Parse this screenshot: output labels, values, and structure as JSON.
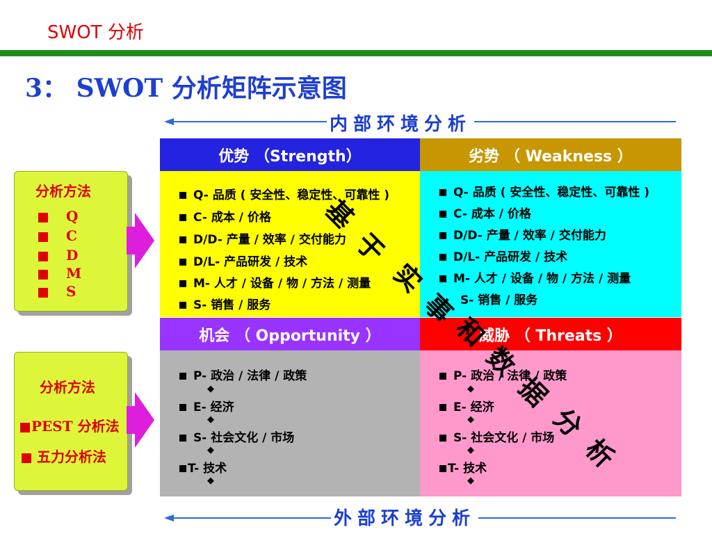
{
  "header": {
    "title": "SWOT  分析"
  },
  "page_title": "3： SWOT 分析矩阵示意图",
  "axes": {
    "internal": "内部环境分析",
    "external": "外部环境分析"
  },
  "quadrants": {
    "strength": {
      "header": "优势 （Strength）",
      "items": [
        "Q- 品质 ( 安全性、稳定性、可靠性 )",
        "C- 成本 / 价格",
        "D/D- 产量 / 效率 / 交付能力",
        "D/L- 产品研发 / 技术",
        "M- 人才 / 设备 / 物 / 方法 / 测量",
        "S- 销售 / 服务"
      ]
    },
    "weakness": {
      "header": "劣势 （ Weakness ）",
      "items": [
        "Q- 品质 ( 安全性、稳定性、可靠性 )",
        "C- 成本 / 价格",
        "D/D- 产量 / 效率 / 交付能力",
        "D/L- 产品研发 / 技术",
        "M- 人才 / 设备 / 物 / 方法 / 测量",
        "S- 销售 / 服务"
      ]
    },
    "opportunity": {
      "header": "机会 （ Opportunity ）",
      "items": [
        "P- 政治 / 法律 / 政策",
        "E- 经济",
        "S- 社会文化 / 市场",
        "T- 技术"
      ]
    },
    "threats": {
      "header": "威胁 （ Threats ）",
      "items": [
        "P- 政治 / 法律 / 政策",
        "E- 经济",
        "S- 社会文化 / 市场",
        "T- 技术"
      ]
    }
  },
  "left_boxes": {
    "top": {
      "title": "分析方法",
      "items": [
        "Q",
        "C",
        "D",
        "M",
        "S"
      ]
    },
    "bottom": {
      "title": "分析方法",
      "items": [
        "PEST 分析法",
        "五力分析法"
      ]
    }
  },
  "diagonal_text": [
    "基",
    "于",
    "实",
    "事",
    "和",
    "数",
    "据",
    "分",
    "析"
  ],
  "colors": {
    "strength_header": "#2323e0",
    "strength_body": "#ffff00",
    "weakness_header": "#c89600",
    "weakness_body": "#00ffff",
    "opportunity_header": "#9933ff",
    "opportunity_body": "#b3b3b3",
    "threats_header": "#ff0000",
    "threats_body": "#ff99cc",
    "accent_blue": "#1a3ed0",
    "red": "#e00000",
    "green_bar": "#1e8c1e"
  }
}
